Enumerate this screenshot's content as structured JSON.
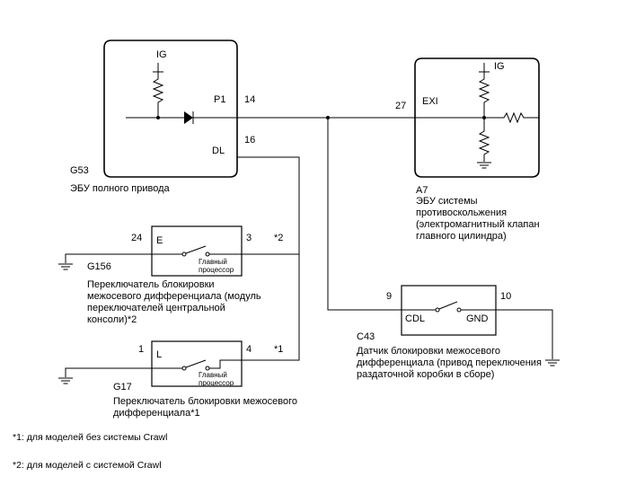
{
  "ecu_4wd": {
    "ig": "IG",
    "pin_p1": "P1",
    "pin_dl": "DL",
    "pin_14": "14",
    "pin_16": "16",
    "code": "G53",
    "name": "ЭБУ полного привода"
  },
  "abs_ecu": {
    "ig": "IG",
    "pin_exi": "EXI",
    "pin_27": "27",
    "code": "A7",
    "name_lines": [
      "ЭБУ системы",
      "противоскольжения",
      "(электромагнитный клапан",
      "главного цилиндра)"
    ]
  },
  "switch_g156": {
    "pin_e": "E",
    "pin_24": "24",
    "pin_3": "3",
    "note": "*2",
    "switch_label_lines": [
      "Главный",
      "процессор"
    ],
    "code": "G156",
    "name_lines": [
      "Переключатель блокировки",
      "межосевого дифференциала (модуль",
      "переключателей центральной",
      "консоли)*2"
    ]
  },
  "switch_g17": {
    "pin_l": "L",
    "pin_1": "1",
    "pin_4": "4",
    "note": "*1",
    "switch_label_lines": [
      "Главный",
      "процессор"
    ],
    "code": "G17",
    "name_lines": [
      "Переключатель блокировки межосевого",
      "дифференциала*1"
    ]
  },
  "sensor_c43": {
    "pin_9": "9",
    "pin_10": "10",
    "pin_cdl": "CDL",
    "pin_gnd": "GND",
    "code": "C43",
    "name_lines": [
      "Датчик блокировки межосевого",
      "дифференциала (привод переключения",
      "раздаточной коробки в сборе)"
    ]
  },
  "footnotes": [
    "*1: для моделей без системы Crawl",
    "*2: для моделей с системой Crawl"
  ]
}
